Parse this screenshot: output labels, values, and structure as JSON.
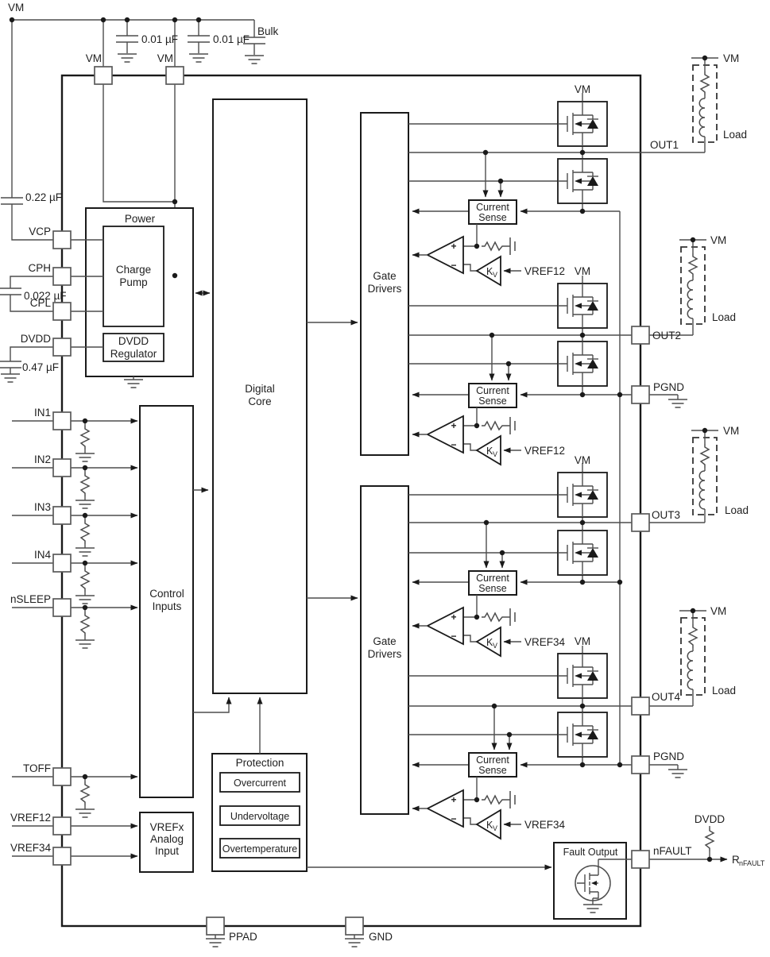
{
  "labels": {
    "vm": "VM",
    "bulk": "Bulk",
    "cap_001": "0.01 µF",
    "cap_022": "0.22 µF",
    "cap_0022": "0.022 µF",
    "cap_047": "0.47 µF",
    "load": "Load",
    "plus": "+",
    "minus": "−",
    "k": "K",
    "k_sub": "V",
    "r": "R",
    "r_sub": "nFAULT",
    "dvdd": "DVDD",
    "vref12": "VREF12",
    "vref34": "VREF34"
  },
  "pins": {
    "vm": "VM",
    "vcp": "VCP",
    "cph": "CPH",
    "cpl": "CPL",
    "dvdd": "DVDD",
    "in1": "IN1",
    "in2": "IN2",
    "in3": "IN3",
    "in4": "IN4",
    "nsleep": "nSLEEP",
    "toff": "TOFF",
    "vref12": "VREF12",
    "vref34": "VREF34",
    "out1": "OUT1",
    "out2": "OUT2",
    "out3": "OUT3",
    "out4": "OUT4",
    "pgnd": "PGND",
    "nfault": "nFAULT",
    "ppad": "PPAD",
    "gnd": "GND"
  },
  "blocks": {
    "power": "Power",
    "charge_pump": [
      "Charge",
      "Pump"
    ],
    "dvdd_regulator": [
      "DVDD",
      "Regulator"
    ],
    "digital_core": [
      "Digital",
      "Core"
    ],
    "control_inputs": [
      "Control",
      "Inputs"
    ],
    "vrefx": [
      "VREFx",
      "Analog",
      "Input"
    ],
    "gate_drivers": [
      "Gate",
      "Drivers"
    ],
    "current_sense": [
      "Current",
      "Sense"
    ],
    "protection": "Protection",
    "protection_items": [
      "Overcurrent",
      "Undervoltage",
      "Overtemperature"
    ],
    "fault_output": "Fault Output"
  }
}
